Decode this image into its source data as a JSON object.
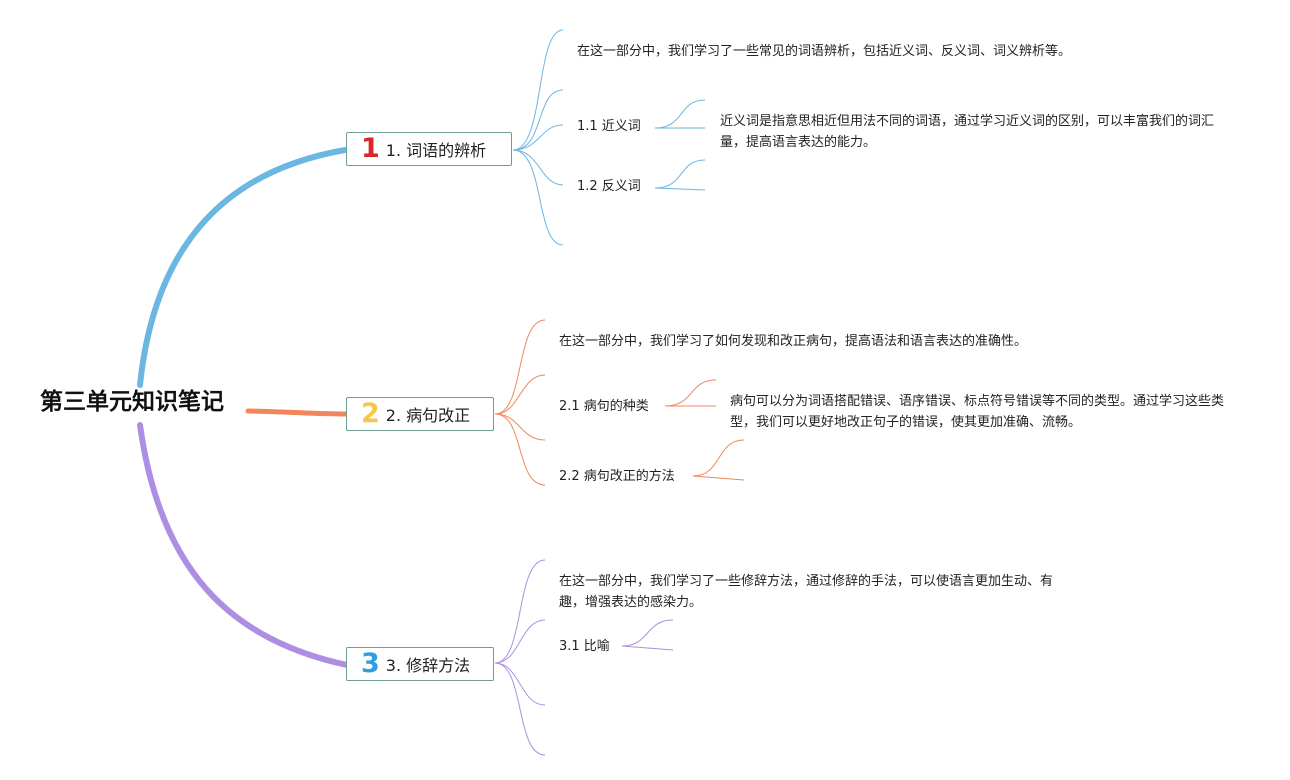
{
  "root": {
    "title": "第三单元知识笔记"
  },
  "colors": {
    "branch1": "#6cb6e2",
    "branch2": "#f2865a",
    "branch3": "#ac8fe2",
    "badge1": "#d8262f",
    "badge2": "#f4c84b",
    "badge3": "#2f9ee0",
    "box_border": "#6f9c90"
  },
  "branches": [
    {
      "badge": "1",
      "label": "1. 词语的辨析",
      "intro": "在这一部分中，我们学习了一些常见的词语辨析，包括近义词、反义词、词义辨析等。",
      "subs": [
        {
          "label": "1.1 近义词",
          "desc": "近义词是指意思相近但用法不同的词语，通过学习近义词的区别，可以丰富我们的词汇量，提高语言表达的能力。"
        },
        {
          "label": "1.2 反义词"
        }
      ]
    },
    {
      "badge": "2",
      "label": "2. 病句改正",
      "intro": "在这一部分中，我们学习了如何发现和改正病句，提高语法和语言表达的准确性。",
      "subs": [
        {
          "label": "2.1 病句的种类",
          "desc": "病句可以分为词语搭配错误、语序错误、标点符号错误等不同的类型。通过学习这些类型，我们可以更好地改正句子的错误，使其更加准确、流畅。"
        },
        {
          "label": "2.2 病句改正的方法"
        }
      ]
    },
    {
      "badge": "3",
      "label": "3. 修辞方法",
      "intro": "在这一部分中，我们学习了一些修辞方法，通过修辞的手法，可以使语言更加生动、有趣，增强表达的感染力。",
      "subs": [
        {
          "label": "3.1 比喻"
        }
      ]
    }
  ]
}
